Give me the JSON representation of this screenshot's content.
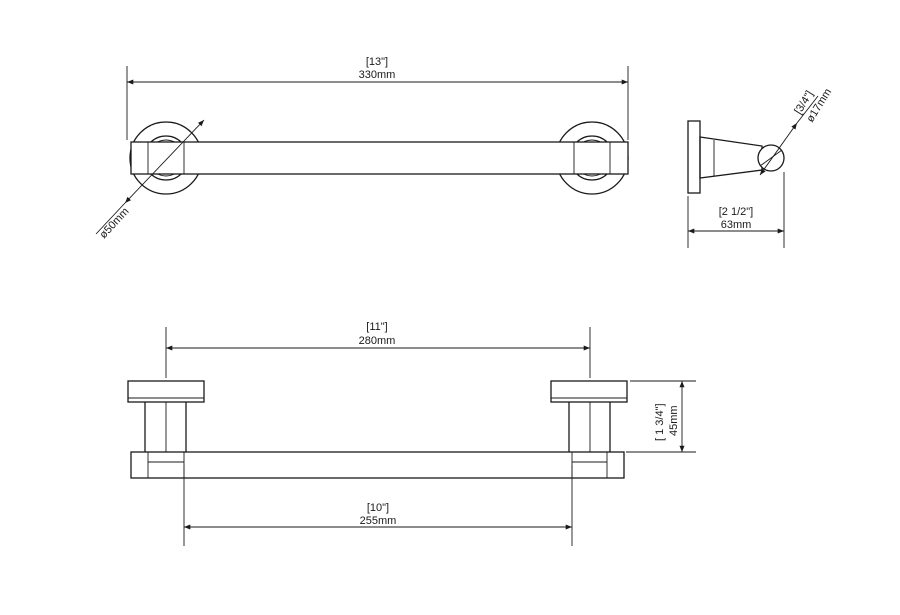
{
  "dimensions": {
    "top_length": {
      "imperial": "[13\"]",
      "metric": "330mm"
    },
    "rosette_diameter": {
      "metric": "ø50mm"
    },
    "bar_diameter": {
      "imperial": "[3/4\"]",
      "metric": "ø17mm"
    },
    "projection": {
      "imperial": "[2 1/2\"]",
      "metric": "63mm"
    },
    "center_to_center": {
      "imperial": "[11\"]",
      "metric": "280mm"
    },
    "height": {
      "imperial": "[ 1 3/4\"]",
      "metric": "45mm"
    },
    "bar_clear_length": {
      "imperial": "[10\"]",
      "metric": "255mm"
    }
  }
}
